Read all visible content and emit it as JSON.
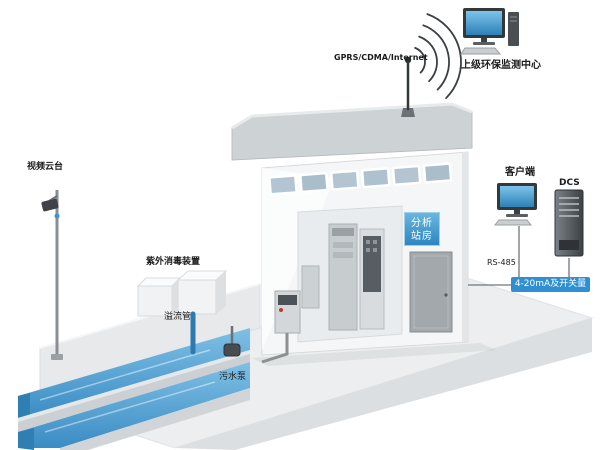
{
  "labels": {
    "gprs": "GPRS/CDMA/Internet",
    "monitoring_center": "上级环保监测中心",
    "client": "客户端",
    "dcs": "DCS",
    "rs485": "RS-485",
    "analog_badge": "4-20mA及开关量",
    "station_sign": "分析站房",
    "video_ptz": "视频云台",
    "uv_device": "紫外消毒装置",
    "overflow_pipe": "溢流管",
    "sewage_pump": "污水泵"
  },
  "icons": {
    "antenna": "pole-with-dot",
    "wifi_waves": "concentric-arcs",
    "monitoring_computer": "desktop-computer-with-tower",
    "client_computer": "desktop-computer-with-keyboard",
    "dcs_server": "server-tower",
    "cctv_camera": "camera-on-pole",
    "sewage_pump_icon": "submersible-pump"
  },
  "colors": {
    "water": "#4398cf",
    "water_light": "#7fc0e5",
    "sign_blue": "#3b97cf",
    "badge_blue": "#2f8fd2",
    "screen_blue": "#4aa3da",
    "platform": "#e9ebec",
    "line": "#70767b",
    "text": "#1b1b1b"
  }
}
